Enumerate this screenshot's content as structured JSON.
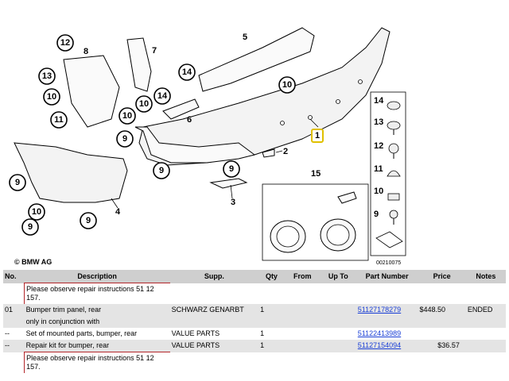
{
  "diagram": {
    "copyright": "© BMW AG",
    "figure_id": "00210075",
    "callouts": [
      "1",
      "2",
      "3",
      "4",
      "5",
      "6",
      "7",
      "8",
      "9",
      "10",
      "11",
      "12",
      "13",
      "14",
      "15"
    ],
    "fastener_callouts": [
      "14",
      "13",
      "12",
      "11",
      "10",
      "9"
    ],
    "highlight_color": "#e0c000"
  },
  "table": {
    "headers": {
      "no": "No.",
      "description": "Description",
      "supp": "Supp.",
      "qty": "Qty",
      "from": "From",
      "upto": "Up To",
      "part_number": "Part Number",
      "price": "Price",
      "notes": "Notes"
    },
    "rows": [
      {
        "no": "",
        "description": "Please observe repair instructions 51 12 157.",
        "supp": "",
        "qty": "",
        "from": "",
        "upto": "",
        "part_number": "",
        "price": "",
        "notes": ""
      },
      {
        "no": "01",
        "description": "Bumper trim panel, rear",
        "supp": "SCHWARZ GENARBT",
        "qty": "1",
        "from": "",
        "upto": "",
        "part_number": "51127178279",
        "price": "$448.50",
        "notes": "ENDED"
      },
      {
        "no": "",
        "description": "only in conjunction with",
        "supp": "",
        "qty": "",
        "from": "",
        "upto": "",
        "part_number": "",
        "price": "",
        "notes": ""
      },
      {
        "no": "--",
        "description": "Set of mounted parts, bumper, rear",
        "supp": "VALUE PARTS",
        "qty": "1",
        "from": "",
        "upto": "",
        "part_number": "51122413989",
        "price": "",
        "notes": ""
      },
      {
        "no": "--",
        "description": "Repair kit for bumper, rear",
        "supp": "VALUE PARTS",
        "qty": "1",
        "from": "",
        "upto": "",
        "part_number": "51127154094",
        "price": "$36.57",
        "notes": ""
      },
      {
        "no": "",
        "description": "Please observe repair instructions 51 12 157.",
        "supp": "",
        "qty": "",
        "from": "",
        "upto": "",
        "part_number": "",
        "price": "",
        "notes": ""
      }
    ]
  }
}
